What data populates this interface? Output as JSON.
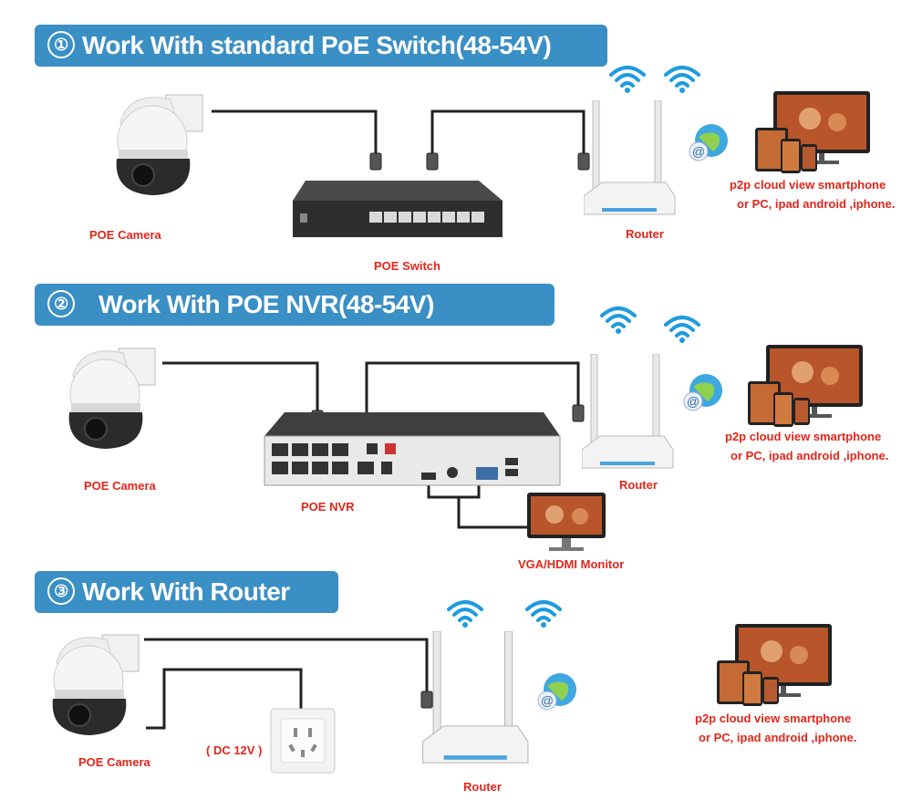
{
  "sections": [
    {
      "number": "①",
      "title": "Work With standard PoE Switch(48-54V)",
      "camera_label": "POE Camera",
      "hub_label": "POE Switch",
      "router_label": "Router",
      "cloud_text": [
        "p2p cloud  view smartphone",
        "or PC, ipad android ,iphone."
      ]
    },
    {
      "number": "②",
      "title": "Work With POE NVR(48-54V)",
      "camera_label": "POE Camera",
      "hub_label": "POE NVR",
      "router_label": "Router",
      "monitor_label": "VGA/HDMI Monitor",
      "cloud_text": [
        "p2p cloud  view smartphone",
        "or PC, ipad android ,iphone."
      ]
    },
    {
      "number": "③",
      "title": "Work With Router",
      "camera_label": "POE Camera",
      "power_label": "( DC 12V )",
      "router_label": "Router",
      "cloud_text": [
        "p2p cloud  view smartphone",
        "or PC, ipad android ,iphone."
      ]
    }
  ],
  "colors": {
    "banner": "#3a8fc4",
    "label": "#e3261b",
    "wifi": "#1e9be0",
    "cable": "#222222"
  }
}
